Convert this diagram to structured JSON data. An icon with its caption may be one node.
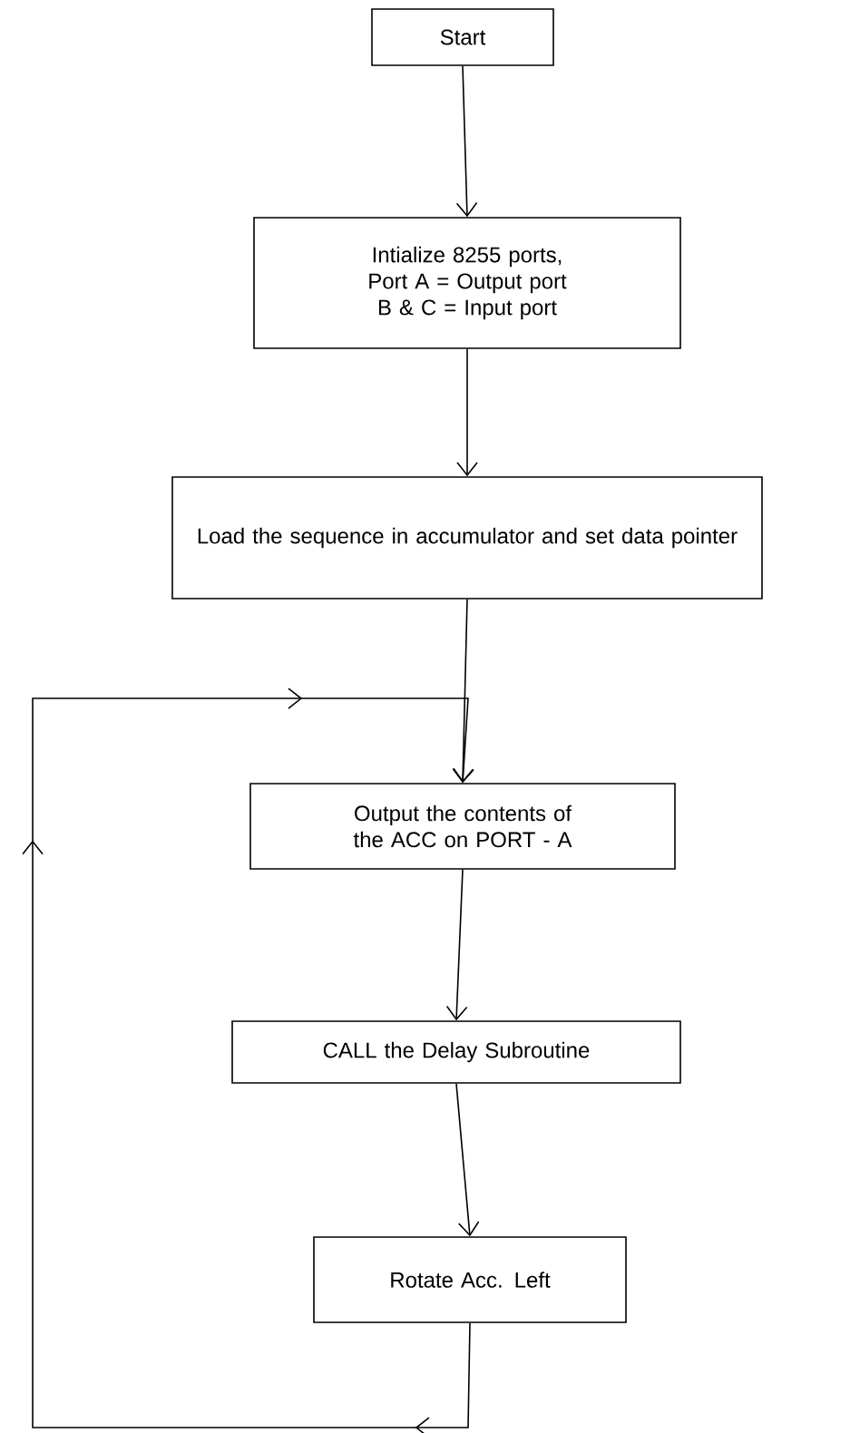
{
  "diagram": {
    "nodes": [
      {
        "text": [
          "Start"
        ]
      },
      {
        "text": [
          "Intialize 8255 ports, Port A = Output port B & C = Input port"
        ]
      },
      {
        "text": [
          "Load the sequence in accumulator and set data pointer"
        ]
      },
      {
        "text": [
          "Output the contents of the ACC on PORT - A"
        ]
      },
      {
        "text": [
          "CALL the Delay Subroutine"
        ]
      },
      {
        "text": [
          "Rotate Acc. Left"
        ]
      }
    ],
    "edges": [
      {
        "from": 0,
        "to": 1,
        "arrow": "to"
      },
      {
        "from": 1,
        "to": 2,
        "arrow": "to"
      },
      {
        "from": 2,
        "to": 3,
        "arrow": "to"
      },
      {
        "from": 3,
        "to": 4,
        "arrow": "to"
      },
      {
        "from": 4,
        "to": 5,
        "arrow": "to"
      },
      {
        "from": 5,
        "to": 3,
        "arrow": "to"
      }
    ]
  }
}
